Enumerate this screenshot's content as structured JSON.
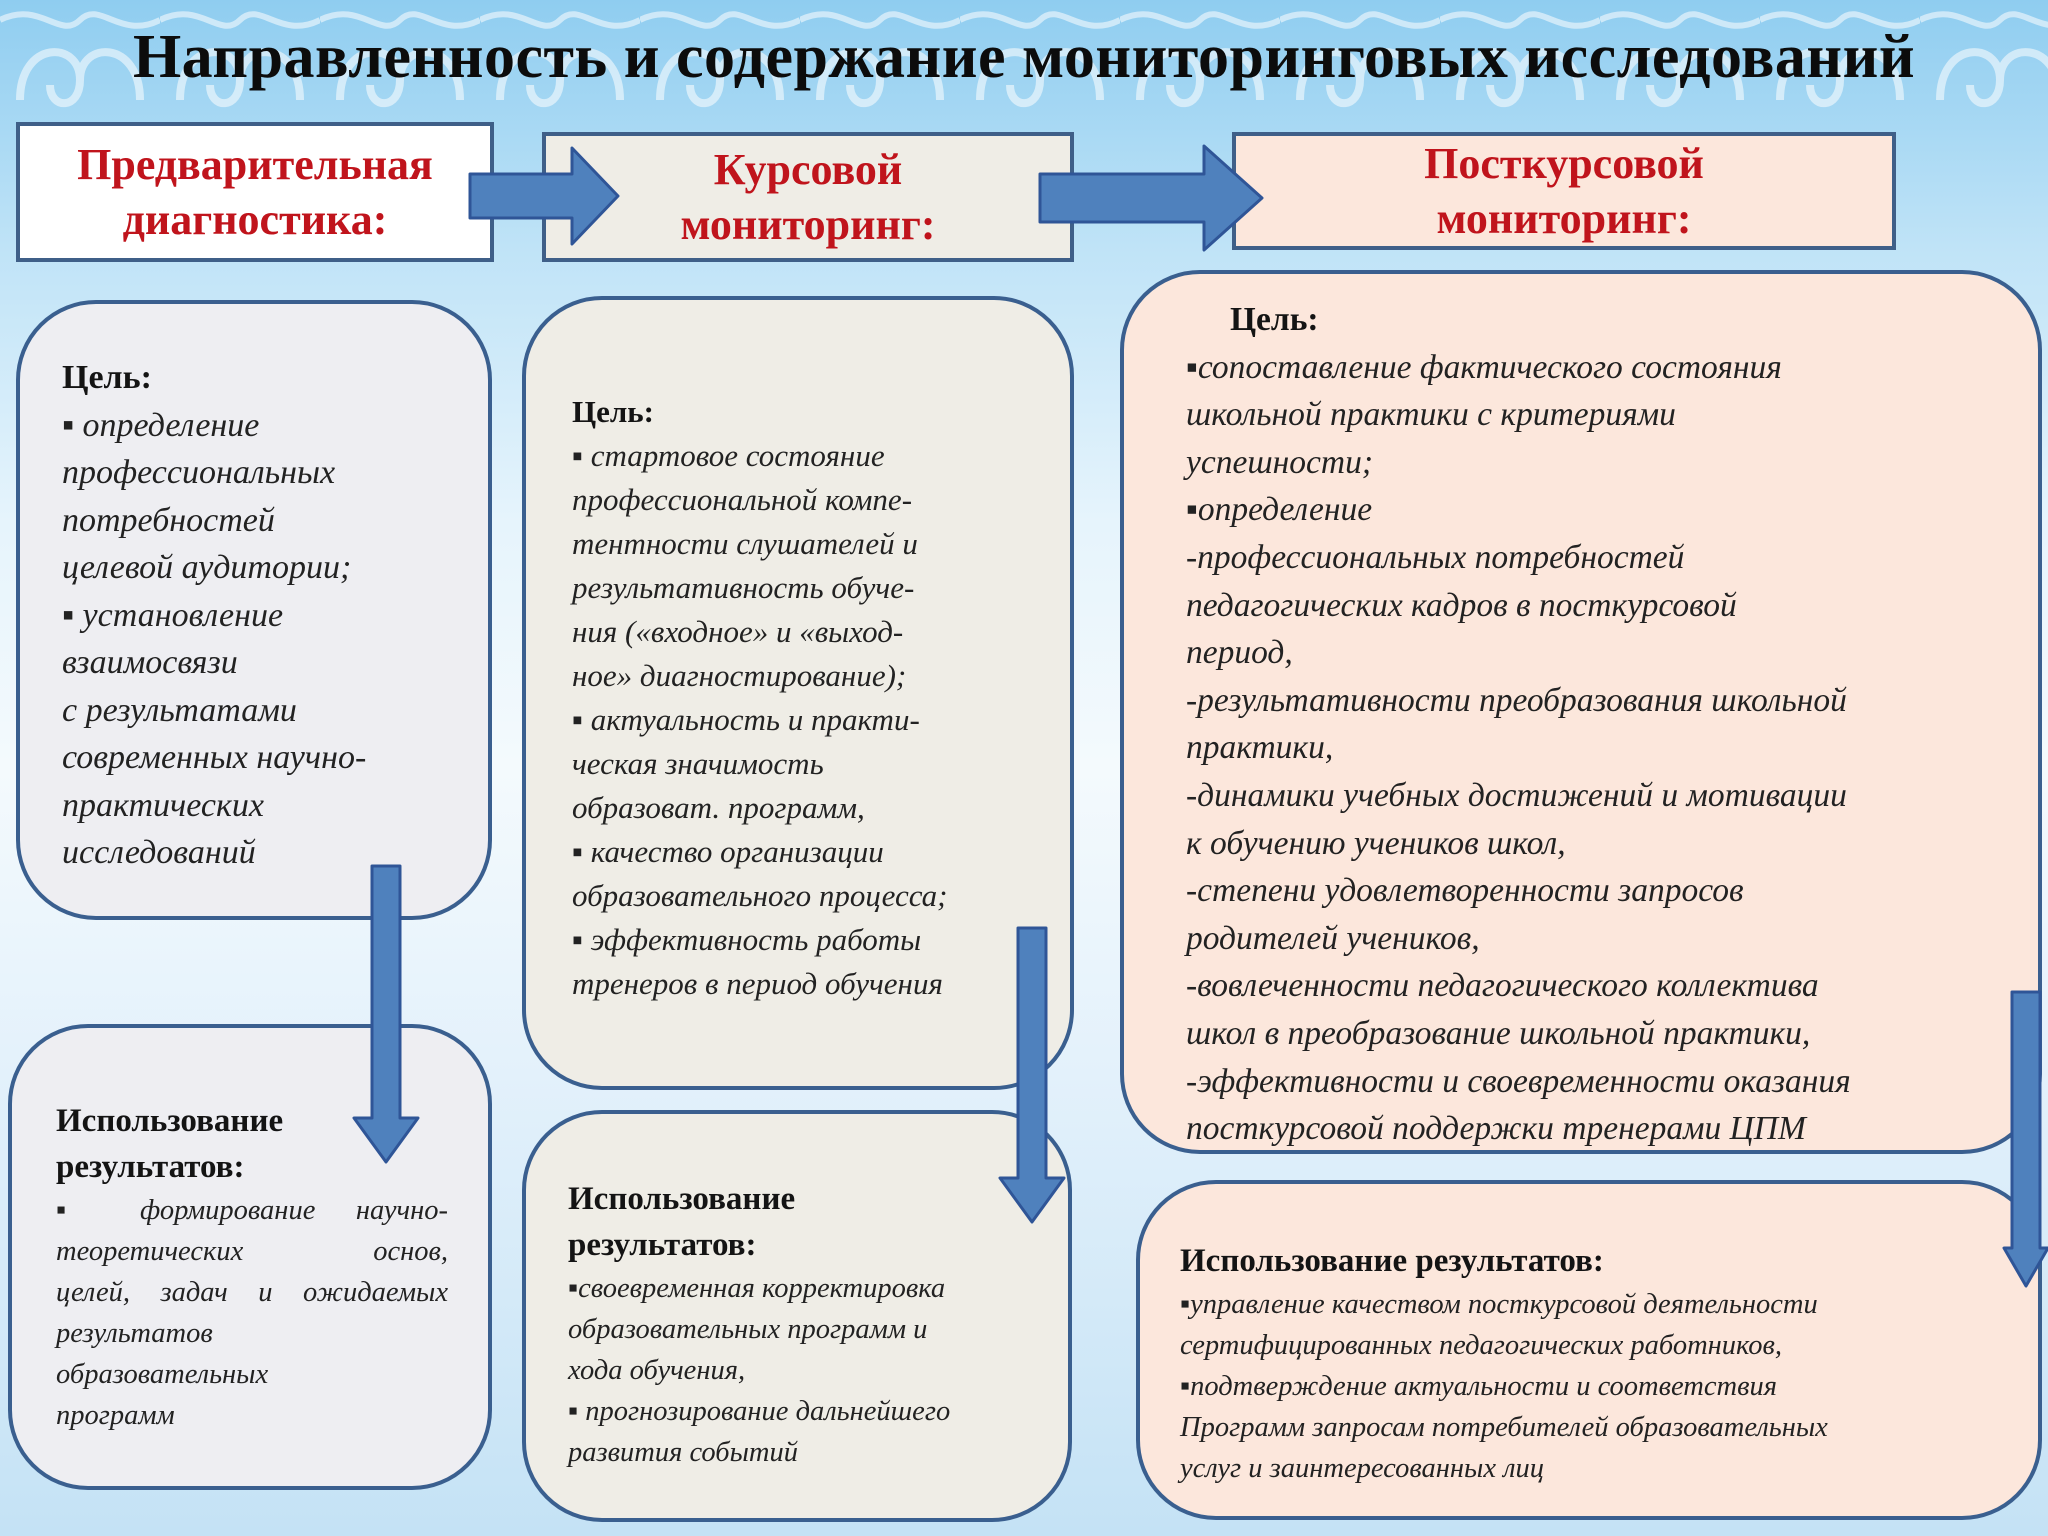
{
  "title": "Направленность и содержание мониторинговых исследований",
  "colors": {
    "heading": "#c0141c",
    "border": "#3a5f8f",
    "arrow": "#4f81bd",
    "arrow_outline": "#2f5597"
  },
  "headers": [
    {
      "lines": [
        "Предварительная",
        "диагностика:"
      ]
    },
    {
      "lines": [
        "Курсовой",
        "мониторинг:"
      ]
    },
    {
      "lines": [
        "Посткурсовой",
        "мониторинг:"
      ]
    }
  ],
  "goals": [
    {
      "label": "Цель:",
      "lines": [
        "▪ определение",
        "профессиональных",
        "потребностей",
        "целевой аудитории;",
        "▪ установление",
        "взаимосвязи",
        "с результатами",
        "современных научно-",
        "практических",
        "исследований"
      ]
    },
    {
      "label": "Цель:",
      "lines": [
        "▪ стартовое состояние",
        "профессиональной компе-",
        "тентности слушателей и",
        "результативность обуче-",
        "ния («входное» и «выход-",
        "ное» диагностирование);",
        "▪ актуальность и практи-",
        "ческая значимость",
        "образоват. программ,",
        "▪ качество организации",
        "образовательного процесса;",
        "▪ эффективность работы",
        "тренеров в период обучения"
      ]
    },
    {
      "label": "Цель:",
      "lines": [
        "▪сопоставление фактического состояния",
        "школьной практики с  критериями",
        "успешности;",
        "▪определение",
        "-профессиональных потребностей",
        "педагогических кадров в посткурсовой",
        "период,",
        "-результативности преобразования школьной",
        "практики,",
        "-динамики учебных достижений и мотивации",
        "к обучению учеников школ,",
        "-степени удовлетворенности запросов",
        "родителей учеников,",
        "-вовлеченности педагогического коллектива",
        "школ в преобразование школьной практики,",
        "-эффективности и своевременности оказания",
        "посткурсовой поддержки тренерами ЦПМ"
      ]
    }
  ],
  "results": [
    {
      "label_lines": [
        "Использование",
        "результатов:"
      ],
      "lines": [
        "▪  формирование научно-",
        "теоретических основ,",
        "целей, задач и ожидаемых",
        "результатов",
        "образовательных",
        "программ"
      ]
    },
    {
      "label_lines": [
        "Использование",
        "результатов:"
      ],
      "lines": [
        "▪своевременная корректировка",
        "образовательных программ и",
        "хода обучения,",
        "▪ прогнозирование дальнейшего",
        "развития событий"
      ]
    },
    {
      "label_lines": [
        "Использование результатов:"
      ],
      "lines": [
        "▪управление качеством посткурсовой деятельности",
        "сертифицированных педагогических работников,",
        "▪подтверждение актуальности и соответствия",
        "Программ запросам потребителей образовательных",
        "услуг и заинтересованных лиц"
      ]
    }
  ]
}
